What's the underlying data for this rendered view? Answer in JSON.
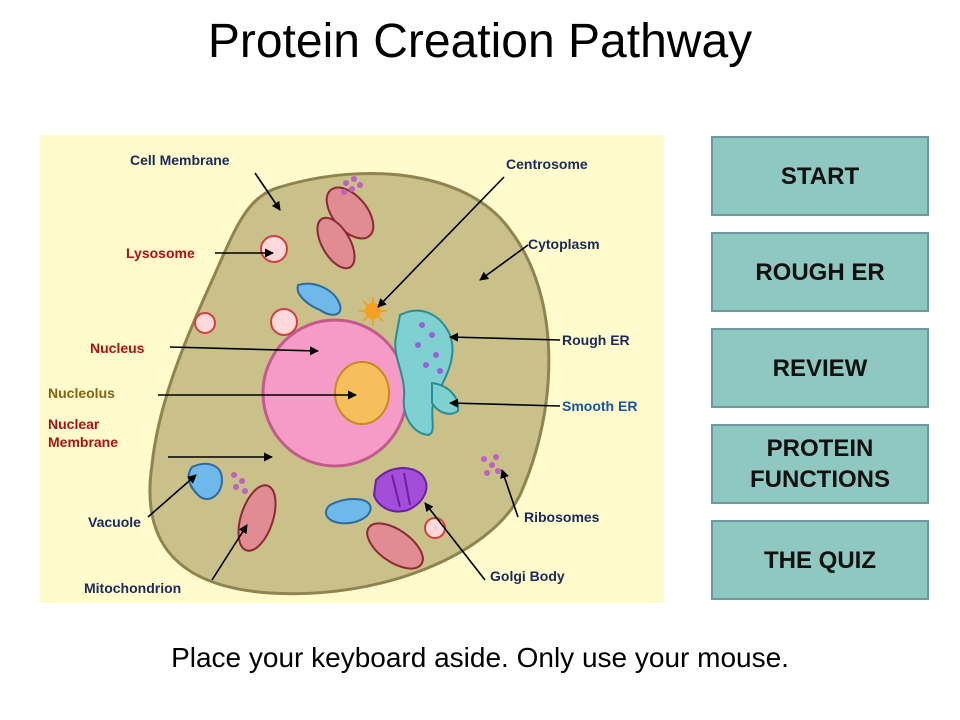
{
  "page": {
    "title": "Protein Creation Pathway",
    "footer": "Place your keyboard aside. Only use your mouse."
  },
  "nav": {
    "start": "START",
    "rough_er": "ROUGH ER",
    "review": "REVIEW",
    "protein_functions": "PROTEIN\nFUNCTIONS",
    "quiz": "THE QUIZ"
  },
  "diagram": {
    "labels": {
      "cell_membrane": "Cell Membrane",
      "lysosome": "Lysosome",
      "nucleus": "Nucleus",
      "nucleolus": "Nucleolus",
      "nuclear_membrane_1": "Nuclear",
      "nuclear_membrane_2": "Membrane",
      "vacuole": "Vacuole",
      "mitochondrion": "Mitochondrion",
      "centrosome": "Centrosome",
      "cytoplasm": "Cytoplasm",
      "rough_er": "Rough ER",
      "smooth_er": "Smooth ER",
      "ribosomes": "Ribosomes",
      "golgi_body": "Golgi Body"
    }
  },
  "colors": {
    "button_fill": "#8ec8c0",
    "button_border": "#6a9aa0",
    "cytoplasm": "#c9c08a",
    "nucleus": "#f59bc6",
    "nucleolus": "#f7bf5c",
    "label_dark": "#1a2a5a",
    "label_red": "#b01010",
    "label_blue": "#1555a5"
  }
}
